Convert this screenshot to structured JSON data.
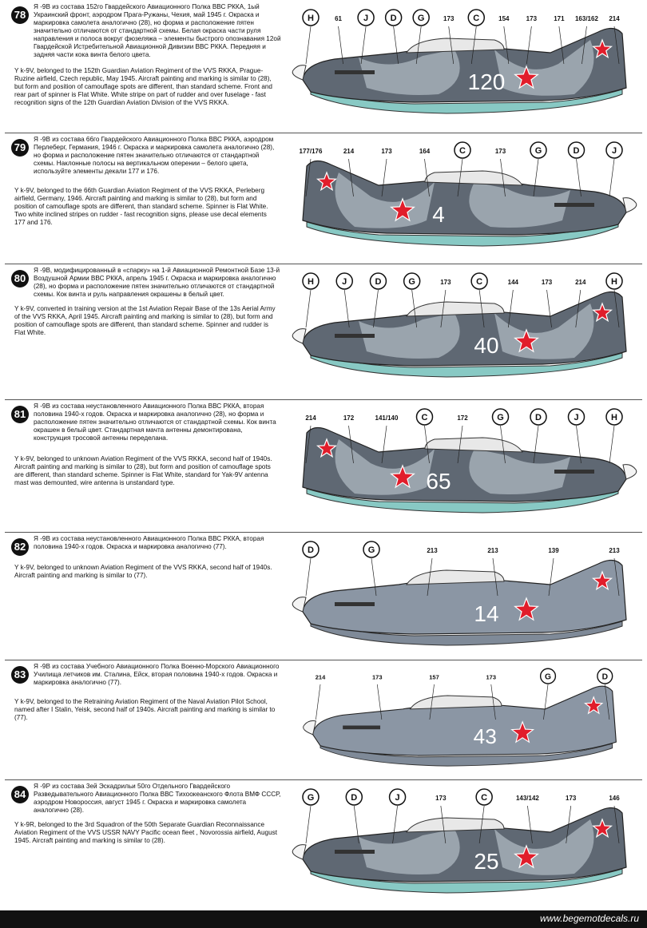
{
  "panels": [
    {
      "num": "78",
      "ru": "Я -9В из состава 152го Гвардейского Авиационного Полка ВВС РККА, 1ый Украинский фронт, аэродром Прага-Ружаны, Чехия, май 1945 г. Окраска и маркировка самолета аналогично (28), но форма и расположение пятен значительно отличаются от стандартной схемы. Белая окраска части руля направления и полоса вокруг фюзеляжа – элементы быстрого опознавания 12ой Гвардейской Истребительной Авиационной Дивизии ВВС РККА. Передняя и задняя части кока винта белого цвета.",
      "en": "Y k-9V, belonged to the 152th Guardian Aviation Regiment of the VVS RKKA, Prague-Ruzine airfield, Czech republic, May 1945. Aircraft painting and marking is similar to (28), but form and position of camouflage spots are different, than standard scheme. Front and rear part of spinner is Flat White. White stripe on part of rudder and over fuselage - fast recognition signs of the 12th Guardian Aviation Division of the VVS RKKA.",
      "tail": "120",
      "labels": [
        "H",
        "61",
        "J",
        "D",
        "G",
        "173",
        "C",
        "154",
        "173",
        "171",
        "163/162",
        "214"
      ]
    },
    {
      "num": "79",
      "ru": "Я -9В из состава 66го Гвардейского Авиационного Полка ВВС РККА, аэродром Перлеберг, Германия, 1946 г. Окраска и маркировка самолета аналогично (28), но форма и расположение пятен значительно отличаются от стандартной схемы. Наклонные полосы на вертикальном оперении – белого цвета, используйте элементы декали 177 и 176.",
      "en": "Y k-9V, belonged to the 66th Guardian Aviation Regiment of the VVS RKKA, Perleberg airfield, Germany, 1946. Aircraft painting and marking is similar to (28), but form and position of camouflage spots are different, than standard scheme. Spinner is Flat White. Two white inclined stripes on rudder - fast recognition signs, please use decal elements 177 and 176.",
      "tail": "4",
      "labels": [
        "177/176",
        "214",
        "173",
        "164",
        "C",
        "173",
        "G",
        "D",
        "J"
      ]
    },
    {
      "num": "80",
      "ru": "Я -9В, модифицированный в «спарку» на 1-й Авиационной Ремонтной Базе 13-й Воздушной Армии ВВС РККА, апрель 1945 г. Окраска и маркировка аналогично (28), но форма и расположение пятен значительно отличаются от стандартной схемы. Кок винта и руль направления окрашены в белый цвет.",
      "en": "Y k-9V, converted in training version at the 1st Aviation Repair Base of the 13s Aerial Army of the VVS RKKA, April 1945. Aircraft painting and marking is similar to (28), but form and position of camouflage spots are different, than standard scheme. Spinner and rudder is Flat White.",
      "tail": "40",
      "labels": [
        "H",
        "J",
        "D",
        "G",
        "173",
        "C",
        "144",
        "173",
        "214",
        "H"
      ]
    },
    {
      "num": "81",
      "ru": "Я -9В из состава неустановленного Авиационного Полка ВВС РККА, вторая половина 1940-х годов. Окраска и маркировка аналогично (28), но форма и расположение пятен значительно отличаются от стандартной схемы. Кок винта окрашен в белый цвет. Стандартная мачта антенны демонтирована, конструкция тросовой антенны переделана.",
      "en": "Y k-9V, belonged to unknown Aviation Regiment of the VVS RKKA, second half of 1940s. Aircraft painting and marking is similar to (28), but form and position of camouflage spots are different, than standard scheme. Spinner is Flat White, standard for Yak-9V antenna mast was demounted, wire antenna is unstandard type.",
      "tail": "65",
      "labels": [
        "214",
        "172",
        "141/140",
        "C",
        "172",
        "G",
        "D",
        "J",
        "H"
      ]
    },
    {
      "num": "82",
      "ru": "Я -9В из состава неустановленного Авиационного Полка ВВС РККА, вторая половина 1940-х годов. Окраска и маркировка аналогично (77).",
      "en": "Y k-9V, belonged to unknown Aviation Regiment of the VVS RKKA, second half of 1940s. Aircraft painting and marking is similar to (77).",
      "tail": "14",
      "labels": [
        "D",
        "G",
        "213",
        "213",
        "139",
        "213"
      ]
    },
    {
      "num": "83",
      "ru": "Я -9В из состава Учебного Авиационного Полка Военно-Морского Авиационного Училища летчиков им. Сталина, Ейск, вторая половина 1940-х годов. Окраска и маркировка аналогично (77).",
      "en": "Y k-9V, belonged to the Retraining Aviation Regiment of the Naval Aviation Pilot School, named after I Stalin, Yeisk, second half of 1940s. Aircraft painting and marking is similar to (77).",
      "tail": "43",
      "labels": [
        "214",
        "173",
        "157",
        "173",
        "G",
        "D"
      ]
    },
    {
      "num": "84",
      "ru": "Я -9Р из состава 3ей Эскадрильи 50го Отдельного Гвардейского Разведывательного Авиационного Полка ВВС Тихоокеанского Флота ВМФ СССР, аэродром Новороссия, август 1945 г. Окраска и маркировка самолета аналогично (28).",
      "en": "Y k-9R, belonged to the 3rd Squadron of the 50th Separate Guardian Reconnaissance Aviation Regiment of the VVS USSR NAVY Pacific ocean fleet , Novorossia airfield, August 1945. Aircraft painting and marking is similar to (28).",
      "tail": "25",
      "labels": [
        "G",
        "D",
        "J",
        "173",
        "C",
        "143/142",
        "173",
        "146"
      ]
    }
  ],
  "footer": "www.begemotdecals.ru",
  "colors": {
    "camo_dark": "#5f6873",
    "camo_light": "#9aa4ad",
    "underside": "#88c9c4",
    "star_red": "#e11d2b",
    "plain_grey": "#8b96a4"
  }
}
